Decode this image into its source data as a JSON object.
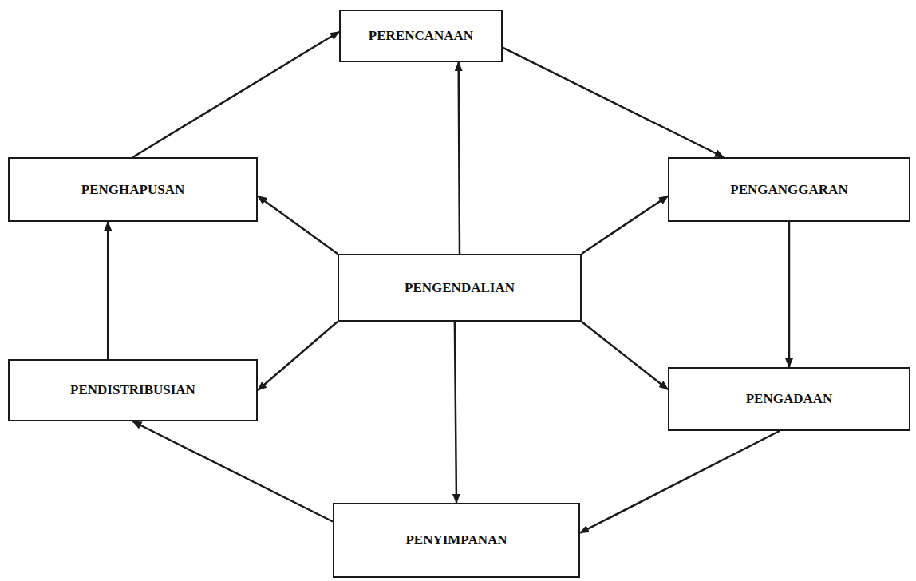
{
  "diagram": {
    "nodes": [
      {
        "text": [
          "PERENCANAAN"
        ]
      },
      {
        "text": [
          "PENGHAPUSAN"
        ]
      },
      {
        "text": [
          "PENGANGGARAN"
        ]
      },
      {
        "text": [
          "PENGENDALIAN"
        ]
      },
      {
        "text": [
          "PENDISTRIBUSIAN"
        ]
      },
      {
        "text": [
          "PENGADAAN"
        ]
      },
      {
        "text": [
          "PENYIMPANAN"
        ]
      }
    ],
    "edges": [
      {
        "from": 0,
        "to": 2,
        "arrow": "to"
      },
      {
        "from": 2,
        "to": 5,
        "arrow": "to"
      },
      {
        "from": 5,
        "to": 6,
        "arrow": "to"
      },
      {
        "from": 6,
        "to": 4,
        "arrow": "to"
      },
      {
        "from": 4,
        "to": 1,
        "arrow": "to"
      },
      {
        "from": 1,
        "to": 0,
        "arrow": "to"
      },
      {
        "from": 3,
        "to": 0,
        "arrow": "to"
      },
      {
        "from": 3,
        "to": 1,
        "arrow": "to"
      },
      {
        "from": 3,
        "to": 2,
        "arrow": "to"
      },
      {
        "from": 3,
        "to": 4,
        "arrow": "to"
      },
      {
        "from": 3,
        "to": 5,
        "arrow": "to"
      },
      {
        "from": 3,
        "to": 6,
        "arrow": "to"
      }
    ]
  }
}
